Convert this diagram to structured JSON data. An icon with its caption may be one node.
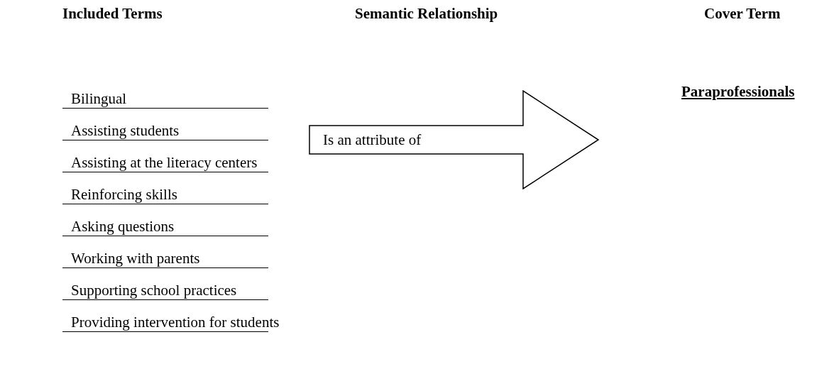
{
  "diagram": {
    "nodes": [
      {
        "text": [
          "Is an attribute of"
        ]
      }
    ],
    "labels": [
      "Included Terms",
      "Semantic Relationship",
      "Cover Term",
      "Bilingual",
      "Paraprofessionals",
      "Assisting students",
      "Assisting at the literacy centers",
      "Reinforcing skills",
      "Asking questions",
      "Working with parents",
      "Supporting school practices",
      "Providing intervention for students"
    ]
  }
}
